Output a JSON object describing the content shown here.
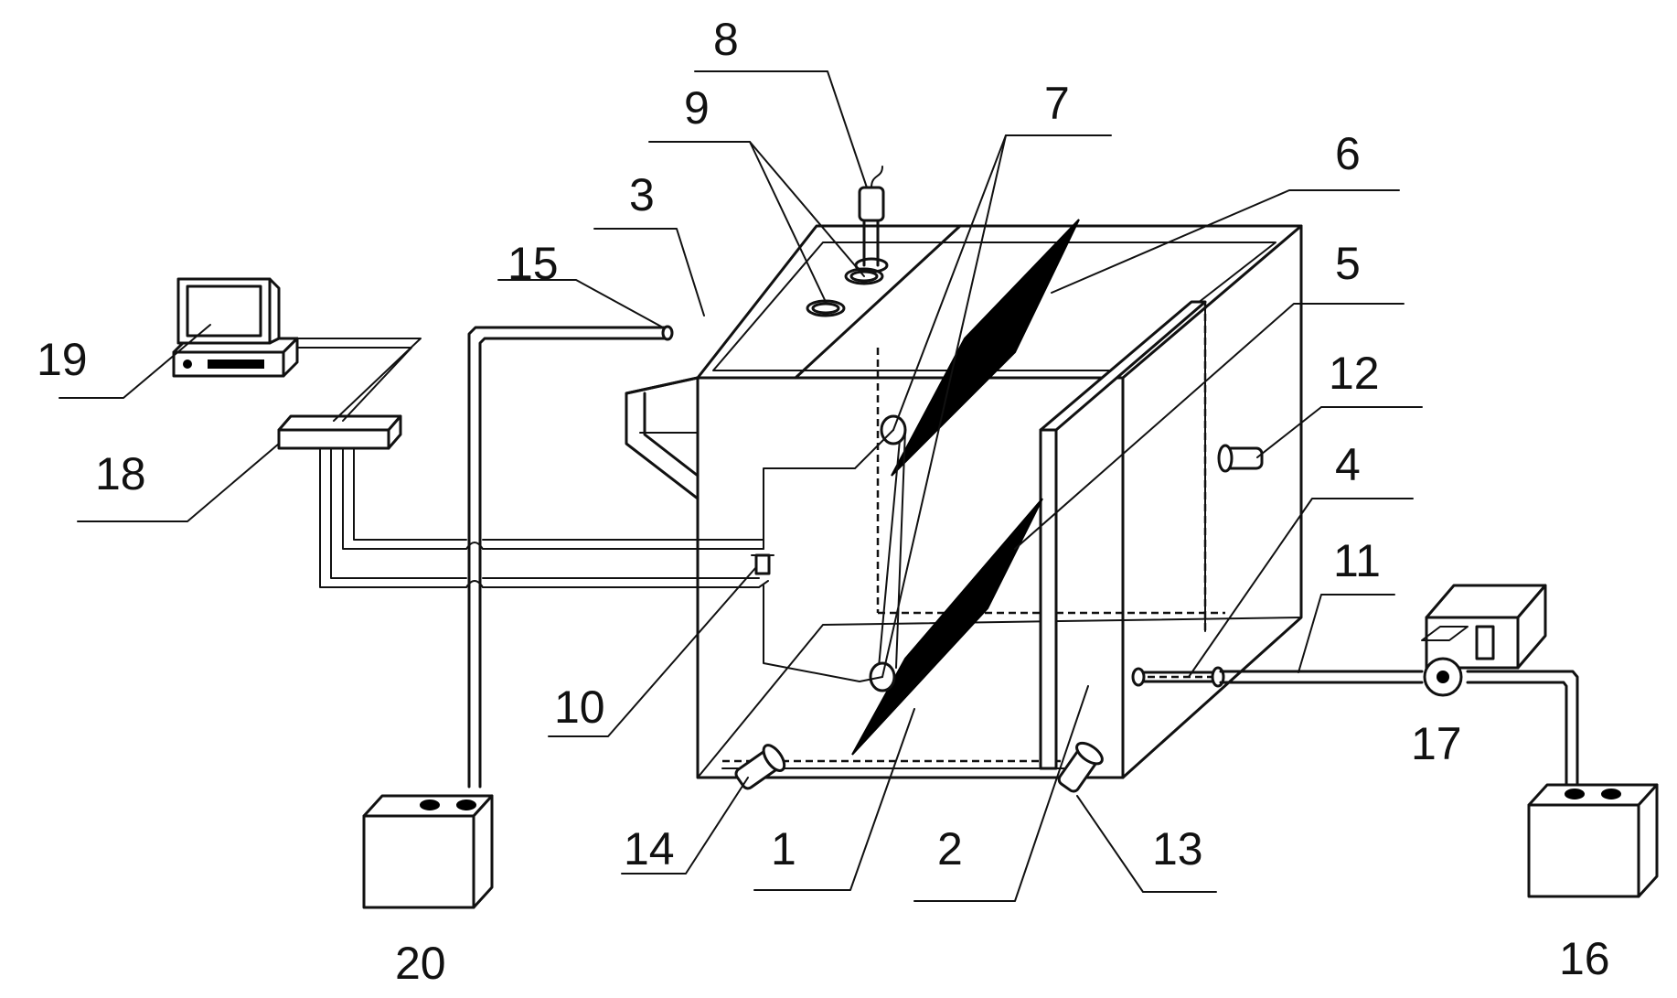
{
  "labels": {
    "n1": "1",
    "n2": "2",
    "n3": "3",
    "n4": "4",
    "n5": "5",
    "n6": "6",
    "n7": "7",
    "n8": "8",
    "n9": "9",
    "n10": "10",
    "n11": "11",
    "n12": "12",
    "n13": "13",
    "n14": "14",
    "n15": "15",
    "n16": "16",
    "n17": "17",
    "n18": "18",
    "n19": "19",
    "n20": "20"
  },
  "colors": {
    "stroke": "#111111",
    "electrode": "#000000",
    "background": "#ffffff"
  }
}
